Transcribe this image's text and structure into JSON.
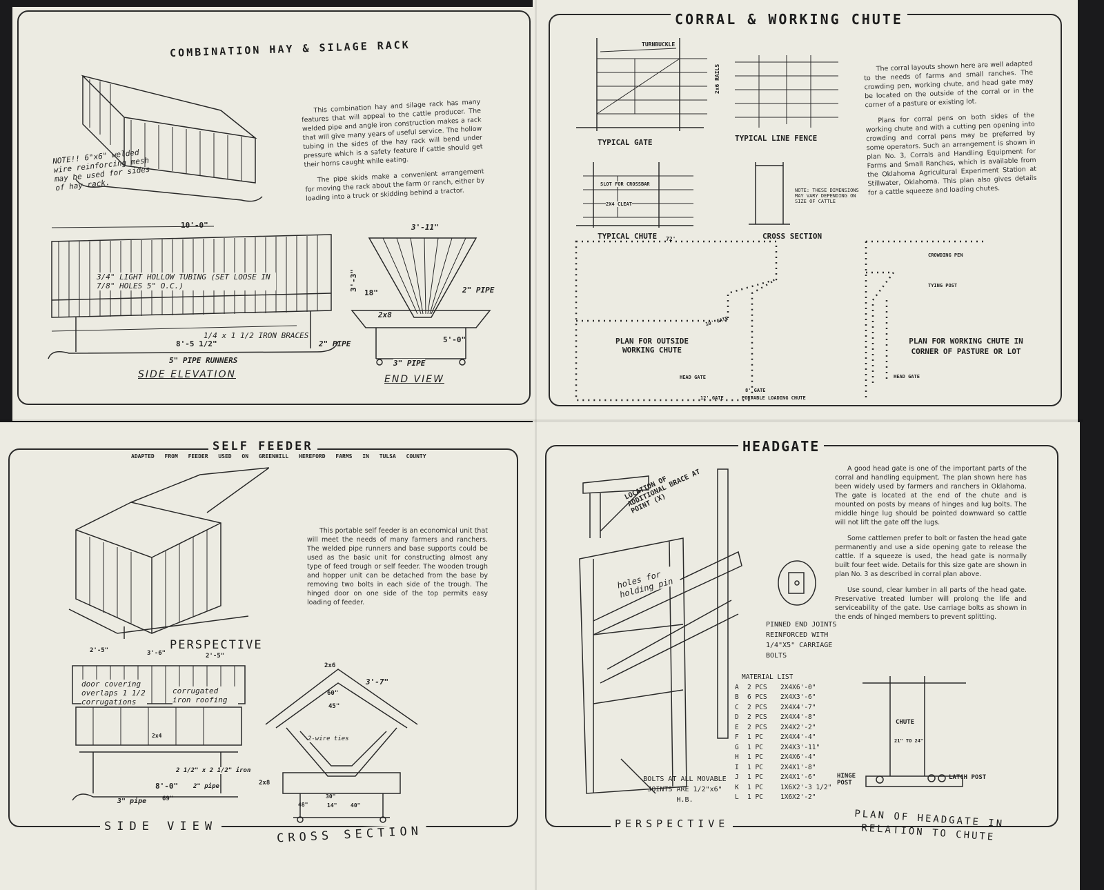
{
  "hay_rack": {
    "title": "COMBINATION HAY & SILAGE RACK",
    "paragraphs": [
      "This combination hay and silage rack has many features that will appeal to the cattle producer. The welded pipe and angle iron construction makes a rack that will give many years of useful service. The hollow tubing in the sides of the hay rack will bend under pressure which is a safety feature if cattle should get their horns caught while eating.",
      "The pipe skids make a convenient arrangement for moving the rack about the farm or ranch, either by loading into a truck or skidding behind a tractor."
    ],
    "note": "NOTE!! 6\"x6\" welded wire reinforcing mesh may be used for sides of hay rack.",
    "labels": [
      "10'-0\"",
      "3/4\" LIGHT HOLLOW TUBING (SET LOOSE IN 7/8\" HOLES 5\" O.C.)",
      "1/4 x 1 1/2 IRON BRACES",
      "8'-5 1/2\"",
      "2\" PIPE",
      "5\" PIPE RUNNERS",
      "3'-3\"",
      "3'-11\"",
      "18\"",
      "2\" PIPE",
      "2x8",
      "5'-0\"",
      "3\" PIPE"
    ],
    "side_elevation": "SIDE ELEVATION",
    "end_view": "END VIEW"
  },
  "corral": {
    "title": "CORRAL & WORKING CHUTE",
    "paragraphs": [
      "The corral layouts shown here are well adapted to the needs of farms and small ranches. The crowding pen, working chute, and head gate may be located on the outside of the corral or in the corner of a pasture or existing lot.",
      "Plans for corral pens on both sides of the working chute and with a cutting pen opening into crowding and corral pens may be preferred by some operators. Such an arrangement is shown in plan No. 3, Corrals and Handling Equipment for Farms and Small Ranches, which is available from the Oklahoma Agricultural Experiment Station at Stillwater, Oklahoma. This plan also gives details for a cattle squeeze and loading chutes."
    ],
    "typical_gate": "TYPICAL GATE",
    "typical_line_fence": "TYPICAL LINE FENCE",
    "typical_chute": "TYPICAL CHUTE",
    "cross_section": "CROSS SECTION",
    "turnbuckle": "TURNBUCKLE",
    "rails": "2x6 RAILS",
    "slot": "SLOT FOR CROSSBAR",
    "cleat": "2X4 CLEAT",
    "note": "NOTE: THESE DIMENSIONS MAY VARY DEPENDING ON SIZE OF CATTLE",
    "plan_outside": "PLAN FOR OUTSIDE WORKING CHUTE",
    "plan_corner": "PLAN FOR WORKING CHUTE IN CORNER OF PASTURE OR LOT",
    "crowding_pen": "CROWDING PEN",
    "tying_post": "TYING POST",
    "head_gate": "HEAD GATE",
    "gate_10": "10' GATE",
    "gate_12": "12' GATE",
    "gate_8": "8' GATE",
    "loading_chute": "PORTABLE LOADING CHUTE",
    "dim_72": "72'"
  },
  "self_feeder": {
    "title": "SELF FEEDER",
    "subtitle": "ADAPTED FROM FEEDER USED ON GREENHILL HEREFORD FARMS IN TULSA COUNTY",
    "paragraph": "This portable self feeder is an economical unit that will meet the needs of many farmers and ranchers. The welded pipe runners and base supports could be used as the basic unit for constructing almost any type of feed trough or self feeder. The wooden trough and hopper unit can be detached from the base by removing two bolts in each side of the trough. The hinged door on one side of the top permits easy loading of feeder.",
    "perspective": "PERSPECTIVE",
    "side_view": "SIDE VIEW",
    "cross_section": "CROSS SECTION",
    "labels": [
      "2'-5\"",
      "3'-6\"",
      "2'-5\"",
      "door covering overlaps 1 1/2 corrugations",
      "corrugated iron roofing",
      "2x4",
      "2 1/2\" x 2 1/2\" iron",
      "8'-0\"",
      "2\" pipe",
      "3\" pipe",
      "69\"",
      "2x6",
      "3'-7\"",
      "60\"",
      "45\"",
      "2-wire ties",
      "2x8",
      "48\"",
      "30\"",
      "14\"",
      "40\""
    ]
  },
  "headgate": {
    "title": "HEADGATE",
    "paragraphs": [
      "A good head gate is one of the important parts of the corral and handling equipment. The plan shown here has been widely used by farmers and ranchers in Oklahoma. The gate is located at the end of the chute and is mounted on posts by means of hinges and lug bolts. The middle hinge lug should be pointed downward so cattle will not lift the gate off the lugs.",
      "Some cattlemen prefer to bolt or fasten the head gate permanently and use a side opening gate to release the cattle. If a squeeze is used, the head gate is normally built four feet wide. Details for this size gate are shown in plan No. 3 as described in corral plan above.",
      "Use sound, clear lumber in all parts of the head gate. Preservative treated lumber will prolong the life and serviceability of the gate. Use carriage bolts as shown in the ends of hinged members to prevent splitting."
    ],
    "brace_note": "LOCATION OF ADDITIONAL BRACE AT POINT (X)",
    "holes_note": "holes for holding pin",
    "pinned_note": "PINNED END JOINTS REINFORCED WITH 1/4\"X5\" CARRIAGE BOLTS",
    "bolts_note": "BOLTS AT ALL MOVABLE JOINTS ARE 1/2\"x6\" H.B.",
    "perspective": "PERSPECTIVE",
    "plan_title": "PLAN OF HEADGATE IN RELATION TO CHUTE",
    "chute": "CHUTE",
    "chute_width": "21\" TO 24\"",
    "hinge_post": "HINGE POST",
    "latch_post": "LATCH POST",
    "material_list_title": "MATERIAL LIST",
    "material_list": [
      {
        "key": "A",
        "qty": "2 PCS",
        "size": "2X4X6'-0\""
      },
      {
        "key": "B",
        "qty": "6 PCS",
        "size": "2X4X3'-6\""
      },
      {
        "key": "C",
        "qty": "2 PCS",
        "size": "2X4X4'-7\""
      },
      {
        "key": "D",
        "qty": "2 PCS",
        "size": "2X4X4'-8\""
      },
      {
        "key": "E",
        "qty": "2 PCS",
        "size": "2X4X2'-2\""
      },
      {
        "key": "F",
        "qty": "1 PC",
        "size": "2X4X4'-4\""
      },
      {
        "key": "G",
        "qty": "1 PC",
        "size": "2X4X3'-11\""
      },
      {
        "key": "H",
        "qty": "1 PC",
        "size": "2X4X6'-4\""
      },
      {
        "key": "I",
        "qty": "1 PC",
        "size": "2X4X1'-8\""
      },
      {
        "key": "J",
        "qty": "1 PC",
        "size": "2X4X1'-6\""
      },
      {
        "key": "K",
        "qty": "1 PC",
        "size": "1X6X2'-3 1/2\""
      },
      {
        "key": "L",
        "qty": "1 PC",
        "size": "1X6X2'-2\""
      }
    ]
  }
}
